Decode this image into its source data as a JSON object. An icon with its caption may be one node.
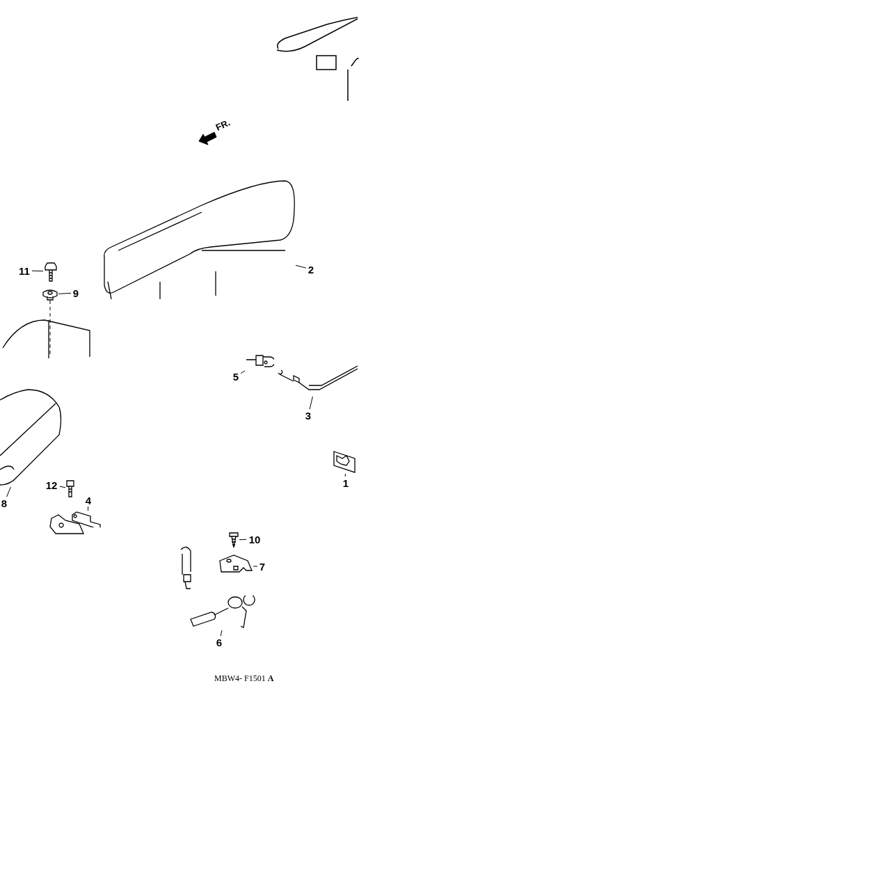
{
  "diagram": {
    "nodes": [
      {
        "text": [
          "11"
        ]
      },
      {
        "text": [],
        "shape": "picture"
      },
      {
        "text": [
          "9"
        ]
      },
      {
        "text": [],
        "shape": "picture"
      },
      {
        "text": [
          "2"
        ]
      },
      {
        "text": [],
        "shape": "picture"
      },
      {
        "text": [
          "5"
        ]
      },
      {
        "text": [],
        "shape": "picture"
      },
      {
        "text": [
          "3"
        ]
      },
      {
        "text": [],
        "shape": "picture"
      },
      {
        "text": [
          "1"
        ]
      },
      {
        "text": [],
        "shape": "picture"
      },
      {
        "text": [
          "12"
        ]
      },
      {
        "text": [],
        "shape": "picture"
      },
      {
        "text": [
          "4"
        ]
      },
      {
        "text": [],
        "shape": "picture"
      },
      {
        "text": [
          "8"
        ]
      },
      {
        "text": [],
        "shape": "picture"
      },
      {
        "text": [
          "10"
        ]
      },
      {
        "text": [],
        "shape": "picture"
      },
      {
        "text": [
          "7"
        ]
      },
      {
        "text": [],
        "shape": "picture"
      },
      {
        "text": [
          "6"
        ]
      },
      {
        "text": [],
        "shape": "picture"
      }
    ],
    "edges": [
      {
        "from": 0,
        "to": 1,
        "arrow": "none"
      },
      {
        "from": 2,
        "to": 3,
        "arrow": "none"
      },
      {
        "from": 4,
        "to": 5,
        "arrow": "none"
      },
      {
        "from": 6,
        "to": 7,
        "arrow": "none"
      },
      {
        "from": 8,
        "to": 9,
        "arrow": "none"
      },
      {
        "from": 10,
        "to": 11,
        "arrow": "none"
      },
      {
        "from": 12,
        "to": 13,
        "arrow": "none"
      },
      {
        "from": 14,
        "to": 15,
        "arrow": "none"
      },
      {
        "from": 16,
        "to": 17,
        "arrow": "none"
      },
      {
        "from": 18,
        "to": 19,
        "arrow": "none"
      },
      {
        "from": 20,
        "to": 21,
        "arrow": "none"
      },
      {
        "from": 22,
        "to": 23,
        "arrow": "none"
      }
    ],
    "labels": [
      "FR.",
      "MBW4- F1501 **A**"
    ]
  }
}
